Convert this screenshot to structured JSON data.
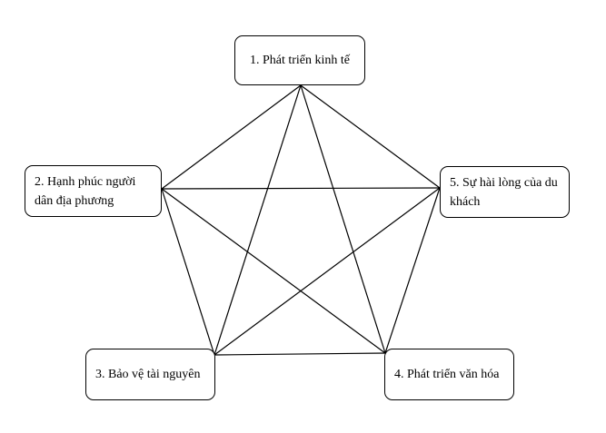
{
  "diagram": {
    "nodes": [
      {
        "id": "1",
        "label": "1. Phát triển kinh tế"
      },
      {
        "id": "2",
        "label": "2. Hạnh phúc người dân địa phương"
      },
      {
        "id": "3",
        "label": "3. Bảo vệ tài nguyên"
      },
      {
        "id": "4",
        "label": "4. Phát triển văn hóa"
      },
      {
        "id": "5",
        "label": "5. Sự hài lòng của du khách"
      }
    ],
    "edges": [
      {
        "from": "1",
        "to": "2"
      },
      {
        "from": "1",
        "to": "5"
      },
      {
        "from": "1",
        "to": "3"
      },
      {
        "from": "1",
        "to": "4"
      },
      {
        "from": "2",
        "to": "5"
      },
      {
        "from": "2",
        "to": "3"
      },
      {
        "from": "2",
        "to": "4"
      },
      {
        "from": "5",
        "to": "3"
      },
      {
        "from": "5",
        "to": "4"
      },
      {
        "from": "3",
        "to": "4"
      }
    ],
    "line_color": "#000000",
    "border_color": "#000000",
    "background": "#ffffff"
  }
}
